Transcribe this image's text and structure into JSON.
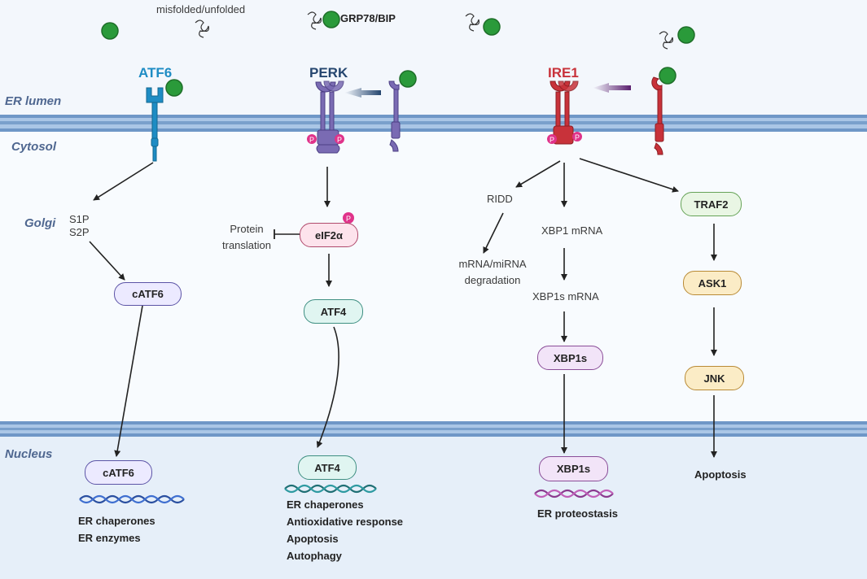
{
  "top_labels": {
    "misfolded": "misfolded/unfolded",
    "grp78": "GRP78/BIP"
  },
  "regions": {
    "er_lumen": "ER lumen",
    "cytosol": "Cytosol",
    "golgi": "Golgi",
    "nucleus": "Nucleus"
  },
  "receptors": {
    "atf6": "ATF6",
    "perk": "PERK",
    "ire1": "IRE1"
  },
  "phospho": "P",
  "atf6_path": {
    "s1p": "S1P",
    "s2p": "S2P",
    "catf6": "cATF6",
    "catf6_nuc": "cATF6",
    "out1": "ER chaperones",
    "out2": "ER enzymes"
  },
  "perk_path": {
    "protein1": "Protein",
    "protein2": "translation",
    "eif2a": "eIF2α",
    "atf4": "ATF4",
    "atf4_nuc": "ATF4",
    "out1": "ER chaperones",
    "out2": "Antioxidative response",
    "out3": "Apoptosis",
    "out4": "Autophagy"
  },
  "ire1_path": {
    "ridd": "RIDD",
    "degr1": "mRNA/miRNA",
    "degr2": "degradation",
    "xbp1_mrna": "XBP1 mRNA",
    "xbp1s_mrna": "XBP1s mRNA",
    "xbp1s": "XBP1s",
    "xbp1s_nuc": "XBP1s",
    "out1": "ER proteostasis",
    "traf2": "TRAF2",
    "ask1": "ASK1",
    "jnk": "JNK",
    "apoptosis": "Apoptosis"
  },
  "colors": {
    "atf6": "#1e8cc4",
    "perk": "#25466f",
    "ire1": "#c8323a",
    "chaperone": "#2a9a3a",
    "membrane": "#8fb3db",
    "nucleus_bg": "#e6eff9",
    "phospho": "#e0338a"
  }
}
